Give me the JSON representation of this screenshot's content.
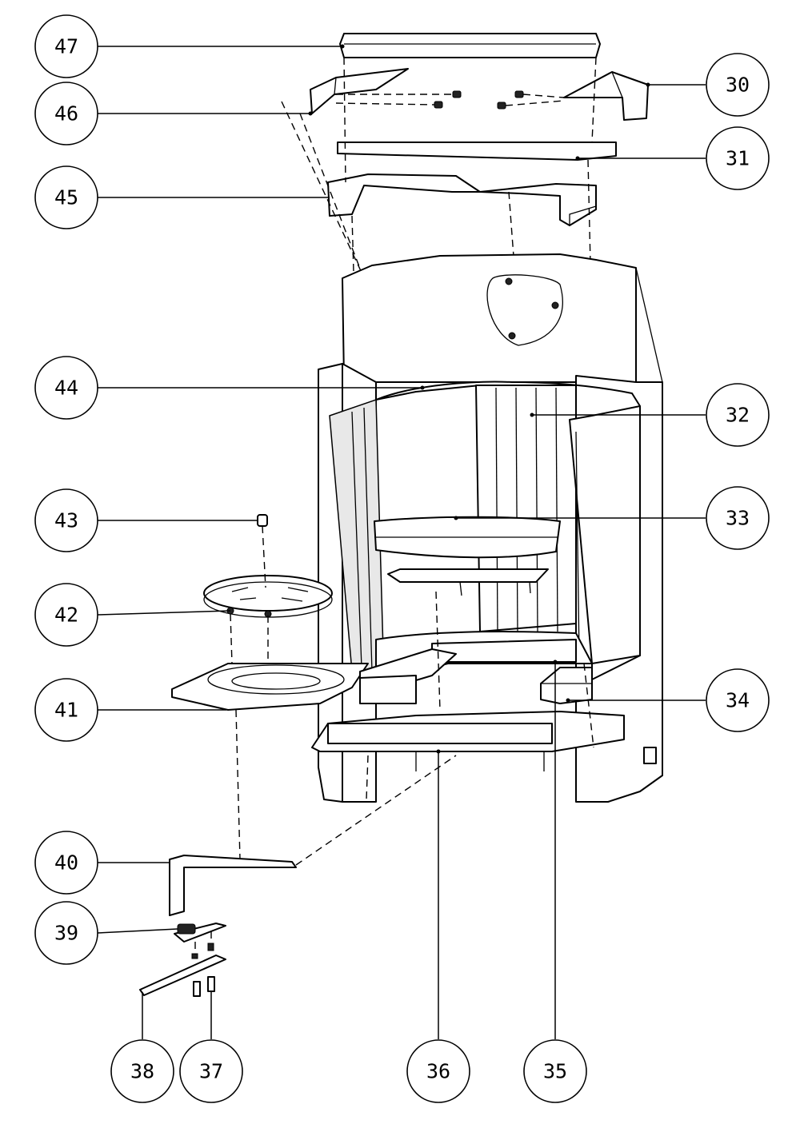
{
  "callouts": {
    "c30": "30",
    "c31": "31",
    "c32": "32",
    "c33": "33",
    "c34": "34",
    "c35": "35",
    "c36": "36",
    "c37": "37",
    "c38": "38",
    "c39": "39",
    "c40": "40",
    "c41": "41",
    "c42": "42",
    "c43": "43",
    "c44": "44",
    "c45": "45",
    "c46": "46",
    "c47": "47"
  }
}
